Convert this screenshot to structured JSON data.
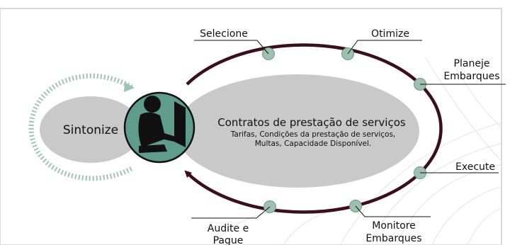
{
  "colors": {
    "cycle_line": "#3a0f1c",
    "node_fill": "#9fbfaf",
    "center_fill": "#c9c9c9",
    "tune_fill": "#c9c9c9",
    "avatar_circle": "#5f9c8a",
    "dotted_arrow": "#9fc4b4"
  },
  "center": {
    "title": "Contratos de prestação de serviços",
    "detail_line1": "Tarifas, Condições da prestação de serviços,",
    "detail_line2": "Multas, Capacidade Disponível."
  },
  "tune": {
    "label": "Sintonize"
  },
  "avatar": {
    "icon": "person-at-computer-icon"
  },
  "steps": {
    "select": "Selecione",
    "optimize": "Otimize",
    "plan_line1": "Planeje",
    "plan_line2": "Embarques",
    "execute": "Execute",
    "monitor_line1": "Monitore",
    "monitor_line2": "Embarques",
    "audit_line1": "Audite e",
    "audit_line2": "Pague"
  }
}
